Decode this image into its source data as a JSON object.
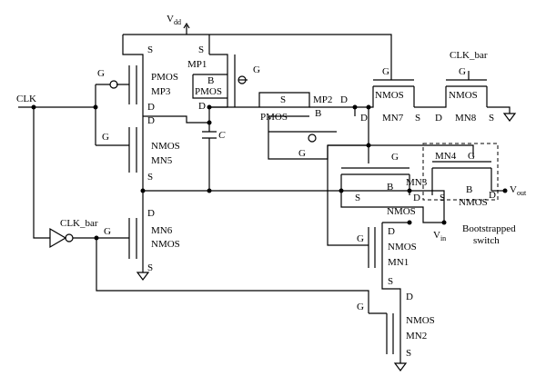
{
  "figure": {
    "supply": {
      "main": "V",
      "sub": "dd"
    },
    "clk": "CLK",
    "clk_bar_inv": "CLK_bar",
    "clk_bar_top": "CLK_bar",
    "cap": "C",
    "vin": {
      "main": "V",
      "sub": "in"
    },
    "vout": {
      "main": "V",
      "sub": "out"
    },
    "bootstrap": [
      "Bootstrapped",
      "switch"
    ],
    "pin": {
      "G": "G",
      "S": "S",
      "D": "D",
      "B": "B"
    },
    "transistors": {
      "mp3": {
        "name": "MP3",
        "type": "PMOS"
      },
      "mp1": {
        "name": "MP1",
        "type": "PMOS"
      },
      "mp2": {
        "name": "MP2",
        "type": "PMOS"
      },
      "mn5": {
        "name": "MN5",
        "type": "NMOS"
      },
      "mn6": {
        "name": "MN6",
        "type": "NMOS"
      },
      "mn7": {
        "name": "MN7",
        "type": "NMOS"
      },
      "mn8": {
        "name": "MN8",
        "type": "NMOS"
      },
      "mn3": {
        "name": "MN3",
        "type": "NMOS"
      },
      "mn4": {
        "name": "MN4",
        "type": "NMOS"
      },
      "mn1": {
        "name": "MN1",
        "type": "NMOS"
      },
      "mn2": {
        "name": "MN2",
        "type": "NMOS"
      }
    }
  }
}
